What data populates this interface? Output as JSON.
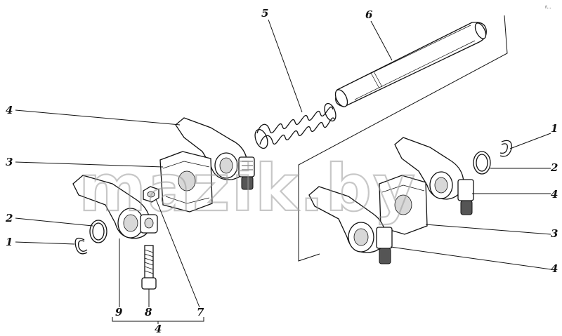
{
  "diagram": {
    "watermark": "mazik.by",
    "corner_mark": "r...",
    "callouts": [
      {
        "id": "c-4-top",
        "text": "4"
      },
      {
        "id": "c-3-left",
        "text": "3"
      },
      {
        "id": "c-2-left",
        "text": "2"
      },
      {
        "id": "c-1-left",
        "text": "1"
      },
      {
        "id": "c-5",
        "text": "5"
      },
      {
        "id": "c-6",
        "text": "6"
      },
      {
        "id": "c-9",
        "text": "9"
      },
      {
        "id": "c-8",
        "text": "8"
      },
      {
        "id": "c-7",
        "text": "7"
      },
      {
        "id": "c-4-bottom",
        "text": "4"
      },
      {
        "id": "c-1-right",
        "text": "1"
      },
      {
        "id": "c-2-right",
        "text": "2"
      },
      {
        "id": "c-4-right-upper",
        "text": "4"
      },
      {
        "id": "c-3-right",
        "text": "3"
      },
      {
        "id": "c-4-right-lower",
        "text": "4"
      }
    ],
    "parts": [
      {
        "name": "circlip"
      },
      {
        "name": "washer"
      },
      {
        "name": "rocker-bracket"
      },
      {
        "name": "rocker-arm-assembly"
      },
      {
        "name": "spacer-spring"
      },
      {
        "name": "rocker-shaft"
      },
      {
        "name": "lock-nut"
      },
      {
        "name": "adjusting-screw"
      },
      {
        "name": "rocker-arm"
      }
    ]
  }
}
